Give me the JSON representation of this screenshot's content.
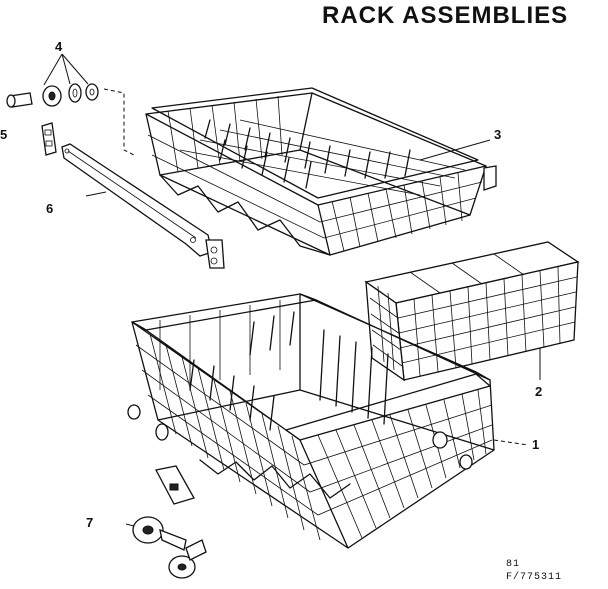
{
  "diagram": {
    "title": "RACK ASSEMBLIES",
    "callouts": {
      "c1": "1",
      "c2": "2",
      "c3": "3",
      "c4": "4",
      "c5": "5",
      "c6": "6",
      "c7": "7"
    },
    "codes": {
      "line1": "81",
      "line2": "F/775311"
    }
  }
}
